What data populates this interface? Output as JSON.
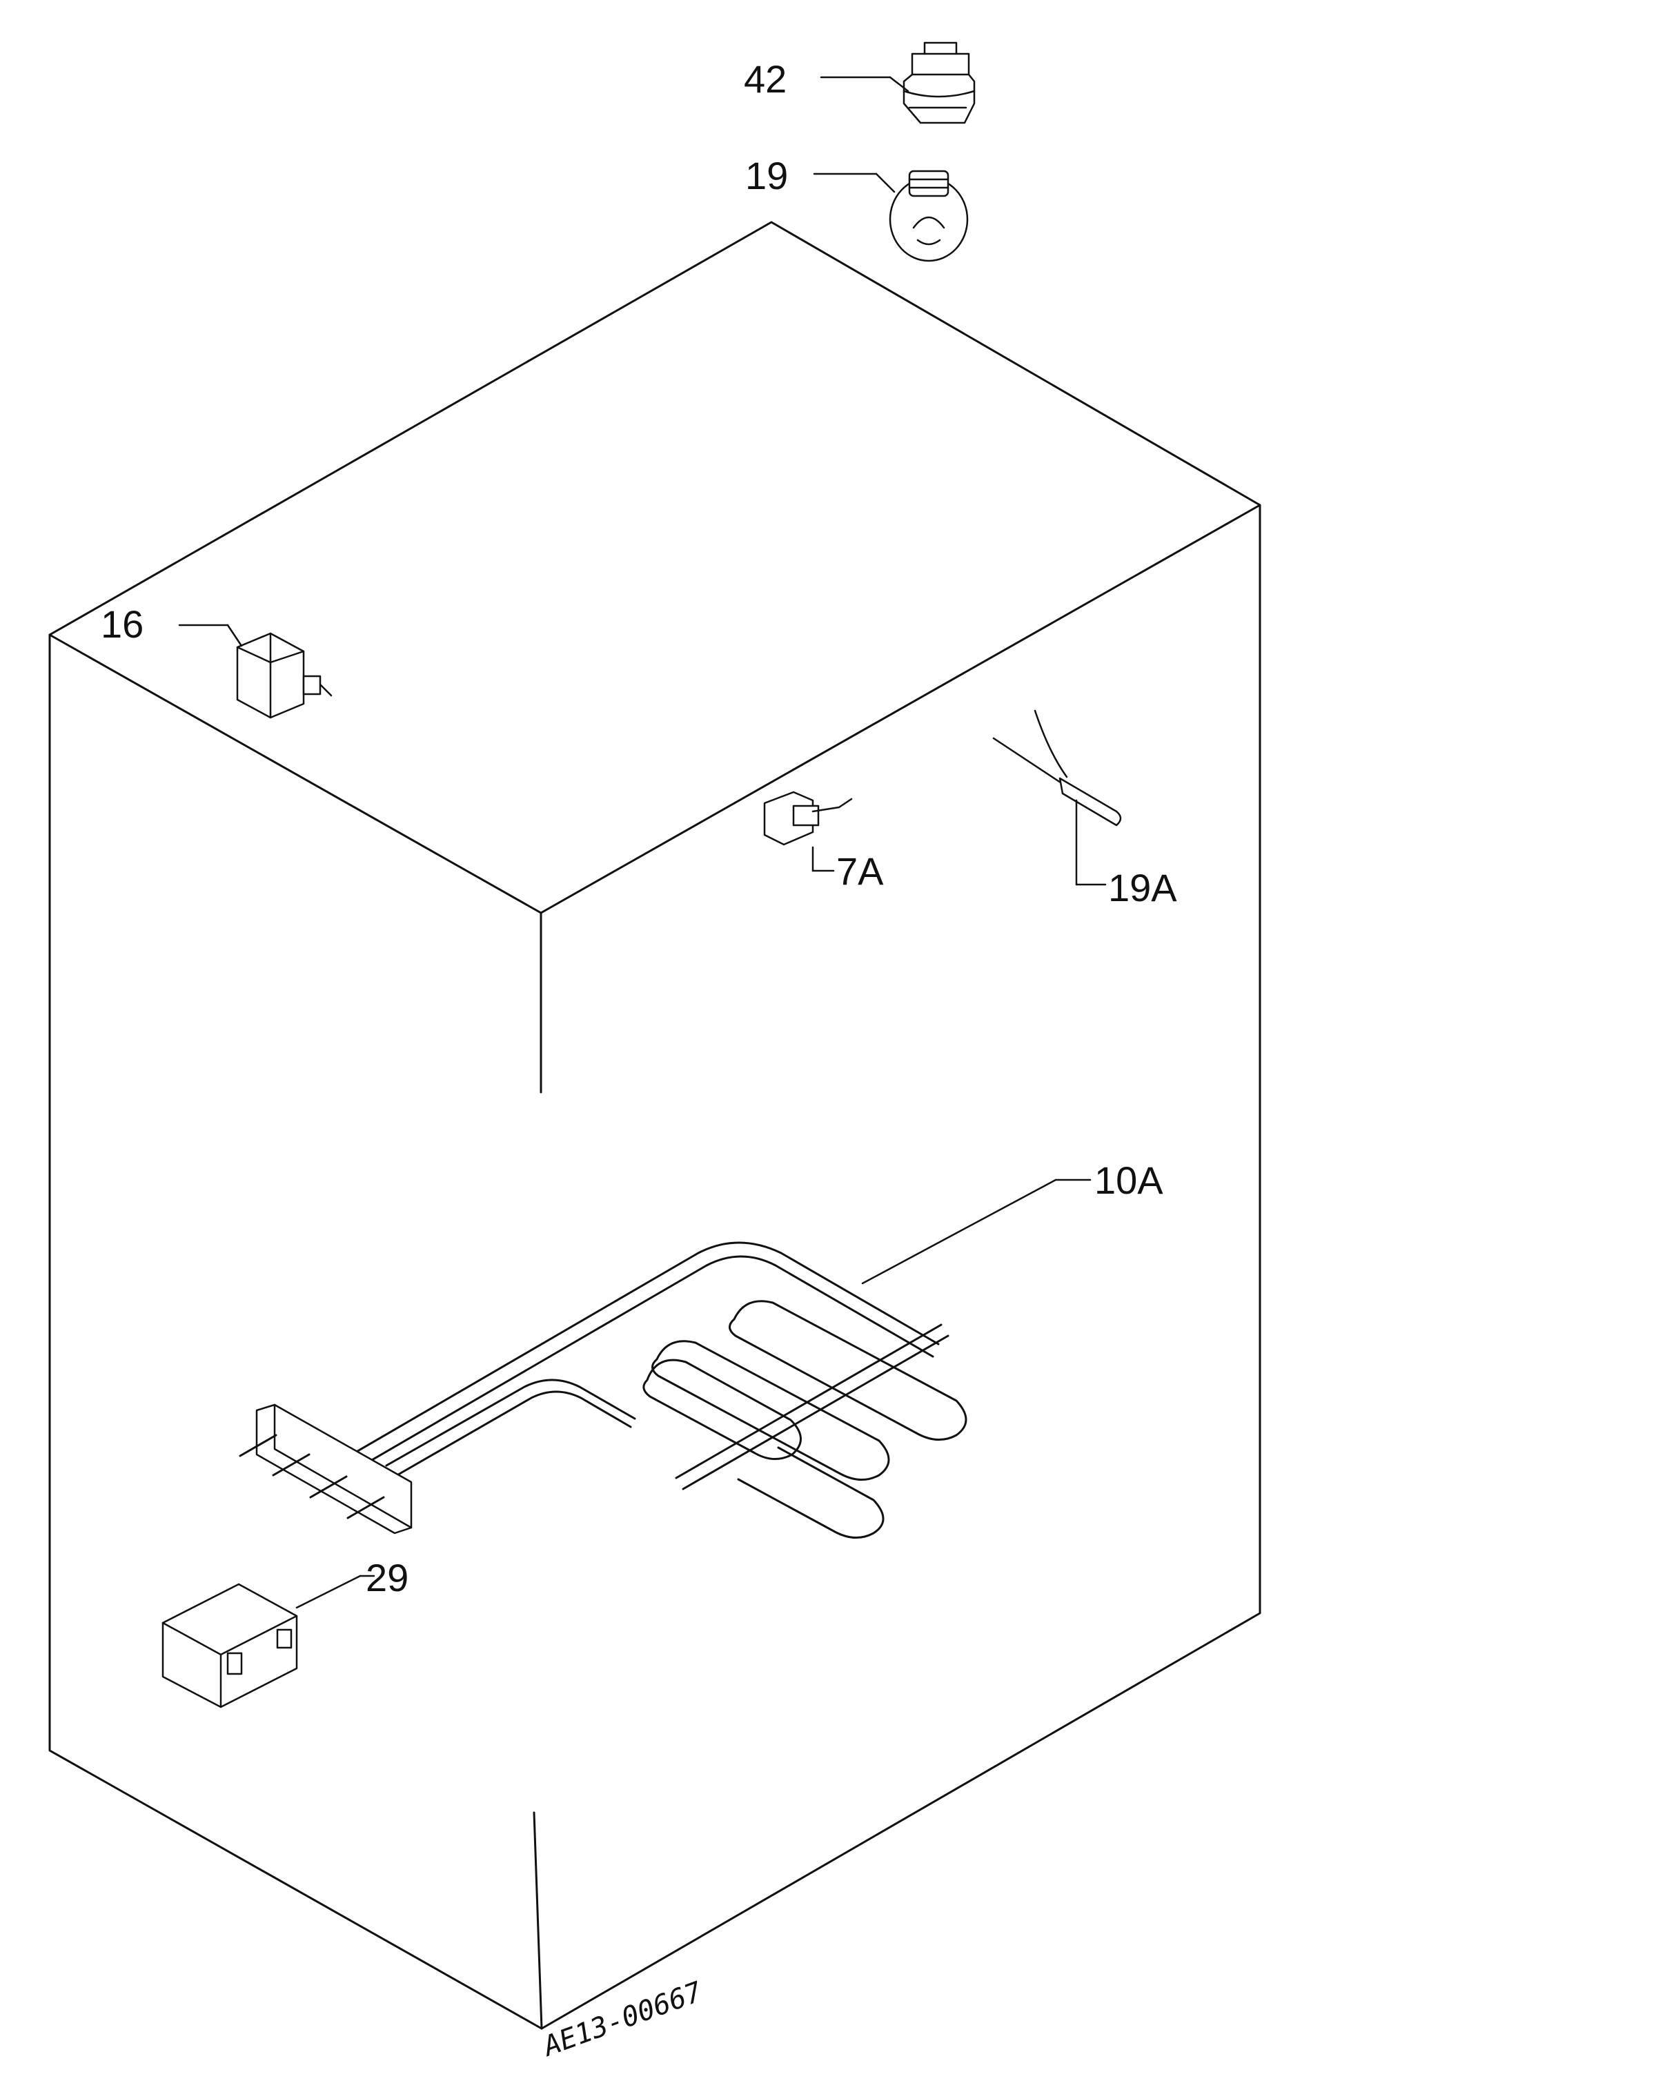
{
  "callouts": {
    "lamp_holder": "42",
    "lamp_bulb": "19",
    "switch": "16",
    "door_switch": "7A",
    "sensor": "19A",
    "heating_element": "10A",
    "terminal_block": "29"
  },
  "drawing_code": "AE13-00667"
}
